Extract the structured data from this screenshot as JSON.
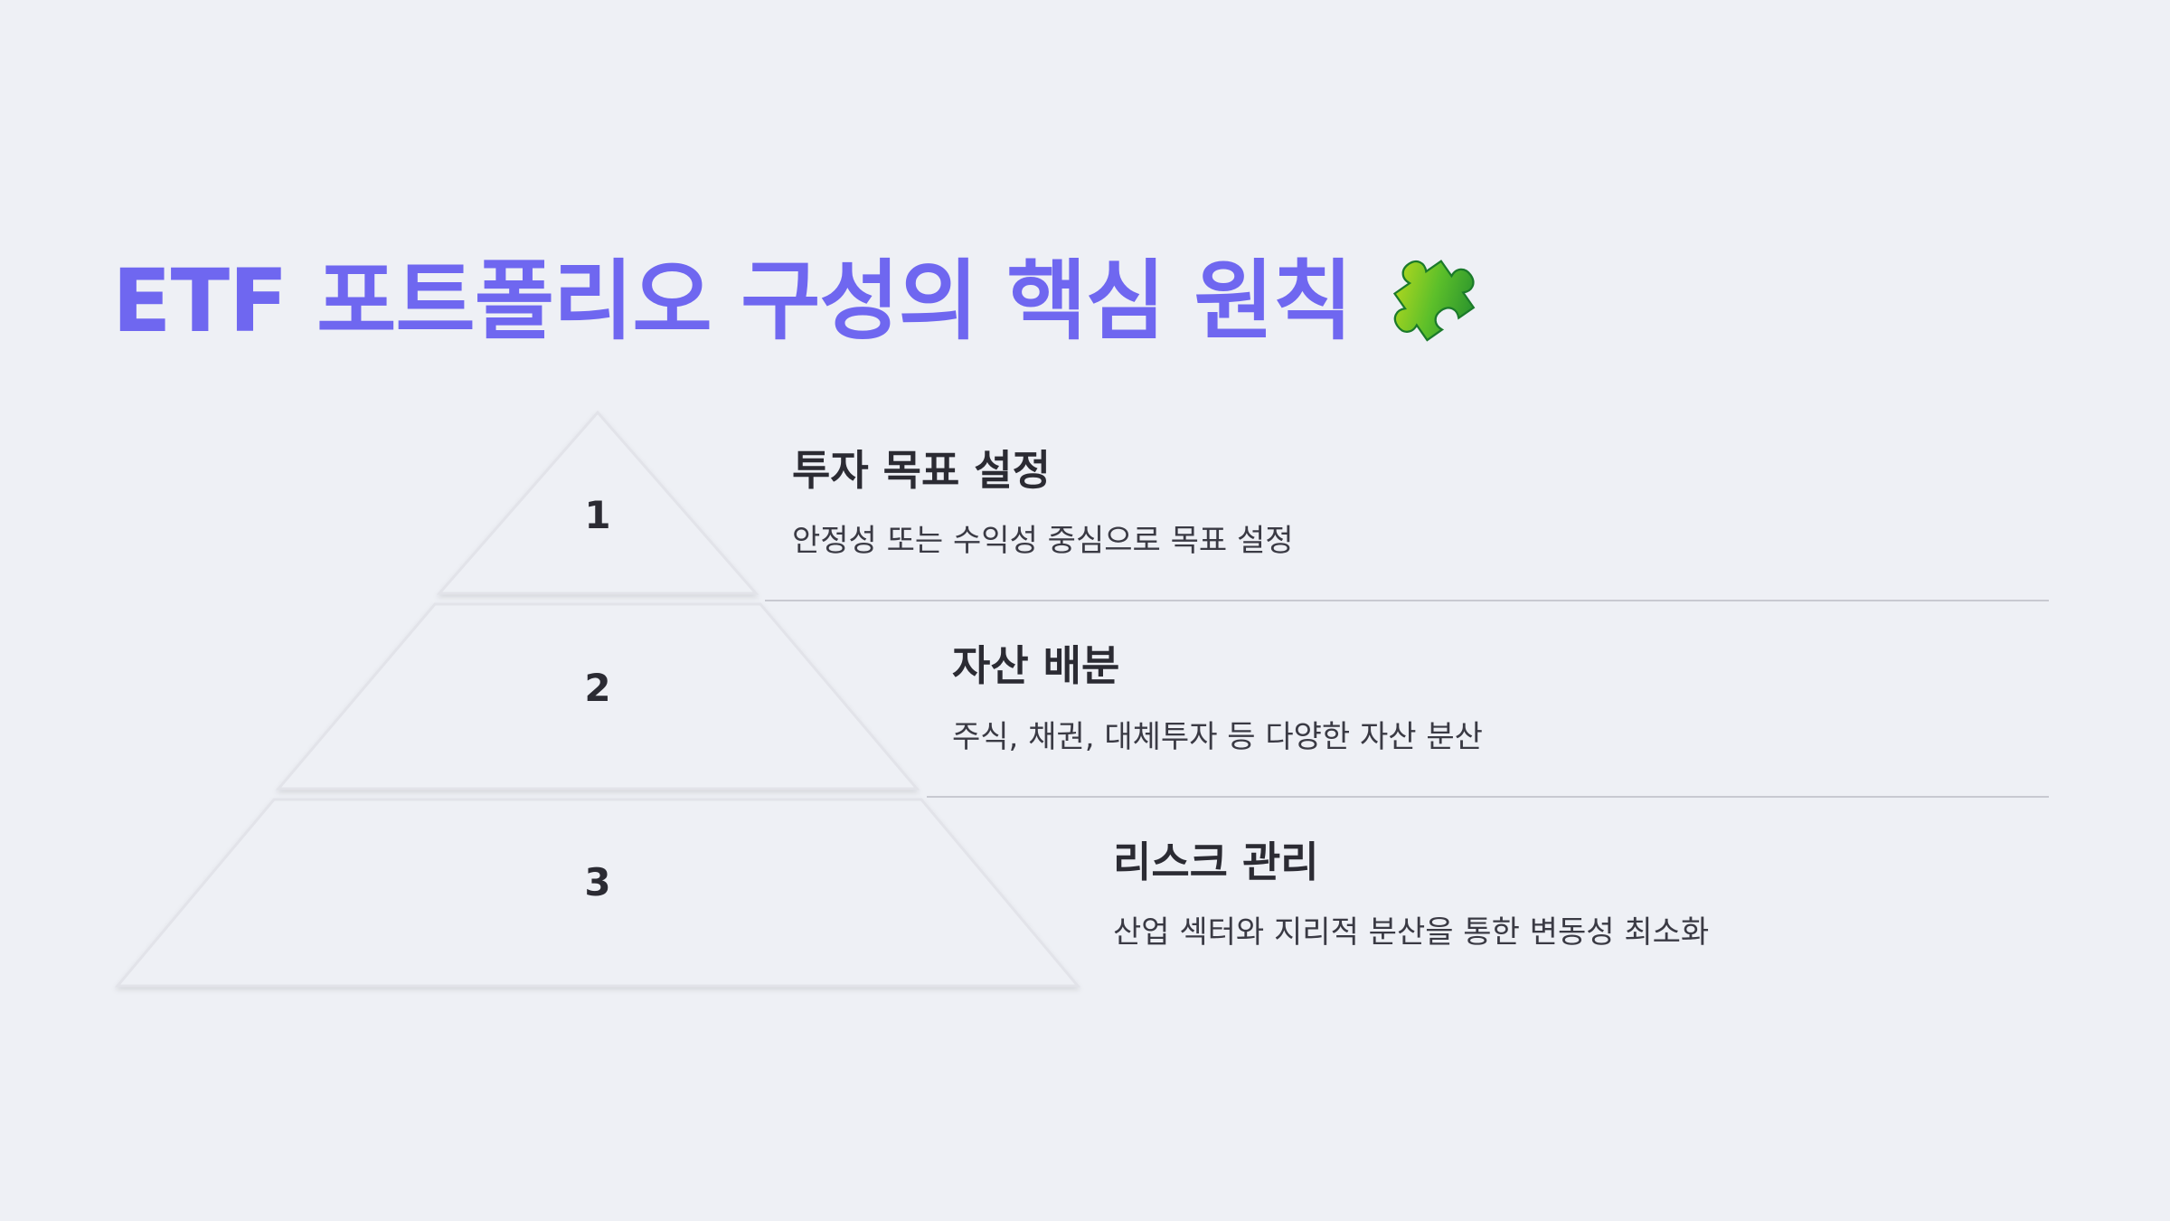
{
  "title": "ETF 포트폴리오 구성의 핵심 원칙",
  "title_icon": "puzzle-piece-icon",
  "colors": {
    "background": "#eef0f5",
    "title": "#6f67f0",
    "text": "#2b2b33",
    "divider": "#c8c9d1"
  },
  "levels": [
    {
      "number": "1",
      "title": "투자 목표 설정",
      "description": "안정성 또는 수익성 중심으로 목표 설정"
    },
    {
      "number": "2",
      "title": "자산 배분",
      "description": "주식, 채권, 대체투자 등 다양한 자산 분산"
    },
    {
      "number": "3",
      "title": "리스크 관리",
      "description": "산업 섹터와 지리적 분산을 통한 변동성 최소화"
    }
  ]
}
